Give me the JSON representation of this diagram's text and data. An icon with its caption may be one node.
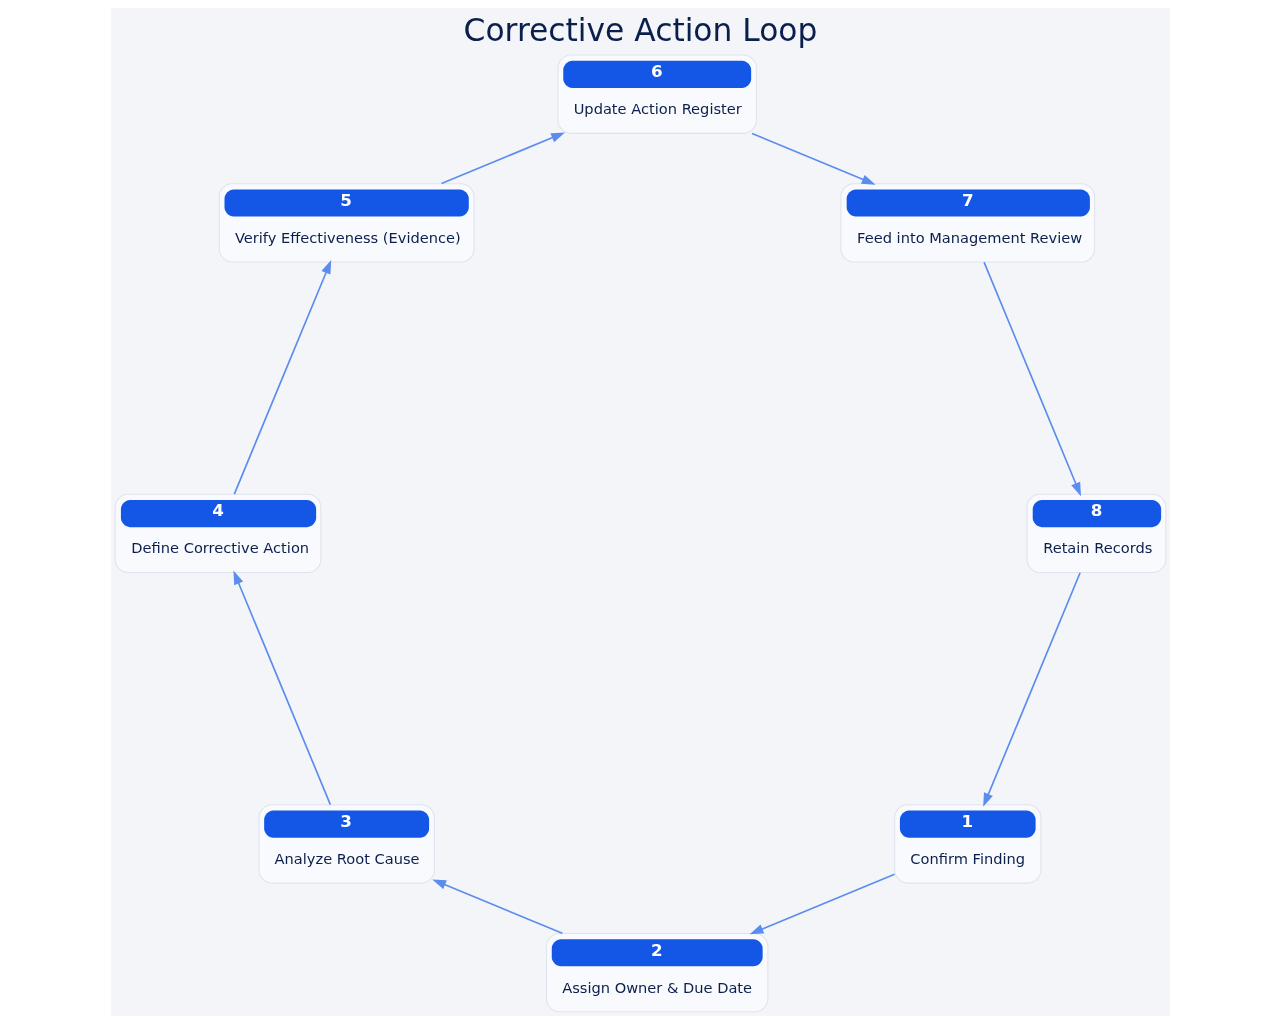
{
  "diagram": {
    "title": "Corrective Action Loop",
    "nodes": [
      {
        "text": [
          "1",
          "Confirm Finding"
        ]
      },
      {
        "text": [
          "2",
          "Assign Owner & Due Date"
        ]
      },
      {
        "text": [
          "3",
          "Analyze Root Cause"
        ]
      },
      {
        "text": [
          "4",
          "Define Corrective Action"
        ]
      },
      {
        "text": [
          "5",
          "Verify Effectiveness (Evidence)"
        ]
      },
      {
        "text": [
          "6",
          "Update Action Register"
        ]
      },
      {
        "text": [
          "7",
          "Feed into Management Review"
        ]
      },
      {
        "text": [
          "8",
          "Retain Records"
        ]
      }
    ],
    "edges": [
      {
        "from": 0,
        "to": 1,
        "arrow": "to"
      },
      {
        "from": 1,
        "to": 2,
        "arrow": "to"
      },
      {
        "from": 2,
        "to": 3,
        "arrow": "to"
      },
      {
        "from": 3,
        "to": 4,
        "arrow": "to"
      },
      {
        "from": 4,
        "to": 5,
        "arrow": "to"
      },
      {
        "from": 5,
        "to": 6,
        "arrow": "to"
      },
      {
        "from": 6,
        "to": 7,
        "arrow": "to"
      },
      {
        "from": 7,
        "to": 0,
        "arrow": "to"
      }
    ]
  }
}
